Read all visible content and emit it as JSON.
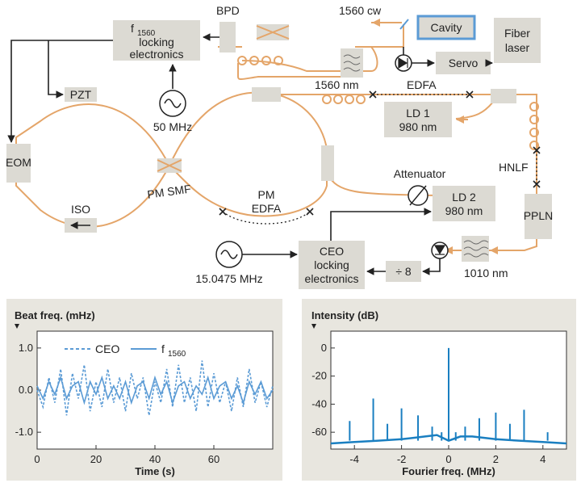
{
  "labels": {
    "f1560_box": [
      "f",
      "1560",
      "locking",
      "electronics"
    ],
    "bpd": "BPD",
    "cw1560": "1560 cw",
    "cavity": "Cavity",
    "fiber_laser": [
      "Fiber",
      "laser"
    ],
    "servo": "Servo",
    "filter_1560": "1560 nm",
    "edfa": "EDFA",
    "ld1": [
      "LD 1",
      "980 nm"
    ],
    "pzt": "PZT",
    "mhz50": "50 MHz",
    "eom": "EOM",
    "iso": "ISO",
    "pm_smf": "PM SMF",
    "pm_edfa": [
      "PM",
      "EDFA"
    ],
    "attenuator": "Attenuator",
    "ld2": [
      "LD 2",
      "980 nm"
    ],
    "hnlf": "HNLF",
    "ppln": "PPLN",
    "mhz15": "15.0475 MHz",
    "ceo_box": [
      "CEO",
      "locking",
      "electronics"
    ],
    "div8": "÷ 8",
    "filter_1010": "1010 nm"
  },
  "chart_data": [
    {
      "type": "line",
      "ylabel": "Beat freq. (mHz)",
      "xlabel": "Time (s)",
      "xlim": [
        0,
        80
      ],
      "ylim": [
        -1.4,
        1.4
      ],
      "xticks": [
        0,
        20,
        40,
        60
      ],
      "xtick_labels": [
        "0",
        "20",
        "40",
        "60"
      ],
      "yticks": [
        1.0,
        0.0,
        -1.0
      ],
      "ytick_labels": [
        "1.0",
        "0.0",
        "-1.0"
      ],
      "grid": false,
      "legend": "top",
      "series": [
        {
          "name": "CEO",
          "color": "#5b9bd5",
          "style": "dashed",
          "x": [
            0,
            2,
            4,
            6,
            8,
            10,
            12,
            14,
            16,
            18,
            20,
            22,
            24,
            26,
            28,
            30,
            32,
            34,
            36,
            38,
            40,
            42,
            44,
            46,
            48,
            50,
            52,
            54,
            56,
            58,
            60,
            62,
            64,
            66,
            68,
            70,
            72,
            74,
            76,
            78,
            80
          ],
          "y": [
            0.0,
            -0.4,
            0.3,
            -0.3,
            0.5,
            -0.6,
            0.4,
            -0.2,
            0.6,
            -0.5,
            0.2,
            -0.4,
            0.5,
            -0.3,
            0.3,
            -0.5,
            0.4,
            -0.2,
            0.3,
            -0.6,
            0.2,
            -0.3,
            0.5,
            -0.4,
            0.6,
            -0.3,
            0.3,
            -0.5,
            0.7,
            -0.4,
            0.4,
            -0.3,
            0.2,
            -0.5,
            0.3,
            -0.4,
            0.5,
            -0.3,
            0.2,
            -0.4,
            0.1
          ]
        },
        {
          "name": "f",
          "name_sub": "1560",
          "color": "#5b9bd5",
          "style": "solid",
          "x": [
            0,
            2,
            4,
            6,
            8,
            10,
            12,
            14,
            16,
            18,
            20,
            22,
            24,
            26,
            28,
            30,
            32,
            34,
            36,
            38,
            40,
            42,
            44,
            46,
            48,
            50,
            52,
            54,
            56,
            58,
            60,
            62,
            64,
            66,
            68,
            70,
            72,
            74,
            76,
            78,
            80
          ],
          "y": [
            0.1,
            -0.2,
            0.2,
            -0.1,
            0.3,
            -0.2,
            0.1,
            0.2,
            -0.3,
            0.2,
            -0.1,
            0.3,
            -0.2,
            0.1,
            -0.2,
            0.2,
            -0.3,
            0.1,
            0.2,
            -0.2,
            0.3,
            -0.1,
            0.2,
            -0.3,
            0.1,
            0.2,
            -0.2,
            0.1,
            -0.1,
            0.3,
            -0.2,
            0.1,
            0.2,
            -0.2,
            0.1,
            -0.3,
            0.2,
            -0.1,
            0.2,
            -0.2,
            0.0
          ]
        }
      ]
    },
    {
      "type": "line",
      "ylabel": "Intensity (dB)",
      "xlabel": "Fourier freq. (MHz)",
      "xlim": [
        -5,
        5
      ],
      "ylim": [
        -72,
        12
      ],
      "xticks": [
        -4,
        -2,
        0,
        2,
        4
      ],
      "xtick_labels": [
        "-4",
        "-2",
        "0",
        "2",
        "4"
      ],
      "yticks": [
        0,
        -20,
        -40,
        -60
      ],
      "ytick_labels": [
        "0",
        "-20",
        "-40",
        "-60"
      ],
      "grid": false,
      "series": [
        {
          "name": "",
          "color": "#1a7fc1",
          "floor": {
            "x": [
              -5,
              -4,
              -3,
              -2,
              -1,
              -0.5,
              0,
              0.5,
              1,
              2,
              3,
              4,
              5
            ],
            "y": [
              -68,
              -67,
              -66,
              -65,
              -63,
              -62,
              -66,
              -63,
              -63,
              -65,
              -66,
              -67,
              -68
            ]
          },
          "peaks": {
            "x": [
              -4.2,
              -3.2,
              -2.6,
              -2.0,
              -1.3,
              -0.7,
              -0.3,
              0.0,
              0.3,
              0.7,
              1.3,
              2.0,
              2.6,
              3.2,
              4.2
            ],
            "y": [
              -52,
              -36,
              -54,
              -43,
              -48,
              -56,
              -60,
              0,
              -60,
              -56,
              -50,
              -46,
              -54,
              -44,
              -60
            ]
          }
        }
      ]
    }
  ]
}
